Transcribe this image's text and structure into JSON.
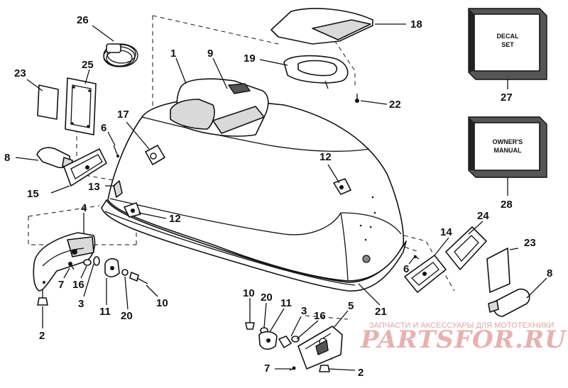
{
  "diagram": {
    "callouts": [
      {
        "id": "c1",
        "label": "1"
      },
      {
        "id": "c9",
        "label": "9"
      },
      {
        "id": "c18",
        "label": "18"
      },
      {
        "id": "c19",
        "label": "19"
      },
      {
        "id": "c22",
        "label": "22"
      },
      {
        "id": "c26",
        "label": "26"
      },
      {
        "id": "c25",
        "label": "25"
      },
      {
        "id": "c23a",
        "label": "23"
      },
      {
        "id": "c17",
        "label": "17"
      },
      {
        "id": "c6a",
        "label": "6"
      },
      {
        "id": "c8a",
        "label": "8"
      },
      {
        "id": "c15",
        "label": "15"
      },
      {
        "id": "c13",
        "label": "13"
      },
      {
        "id": "c12a",
        "label": "12"
      },
      {
        "id": "c12b",
        "label": "12"
      },
      {
        "id": "c4",
        "label": "4"
      },
      {
        "id": "c7a",
        "label": "7"
      },
      {
        "id": "c16a",
        "label": "16"
      },
      {
        "id": "c3a",
        "label": "3"
      },
      {
        "id": "c11a",
        "label": "11"
      },
      {
        "id": "c20a",
        "label": "20"
      },
      {
        "id": "c10a",
        "label": "10"
      },
      {
        "id": "c2a",
        "label": "2"
      },
      {
        "id": "c27",
        "label": "27"
      },
      {
        "id": "c28",
        "label": "28"
      },
      {
        "id": "c14",
        "label": "14"
      },
      {
        "id": "c24",
        "label": "24"
      },
      {
        "id": "c23b",
        "label": "23"
      },
      {
        "id": "c6b",
        "label": "6"
      },
      {
        "id": "c8b",
        "label": "8"
      },
      {
        "id": "c21",
        "label": "21"
      },
      {
        "id": "c10b",
        "label": "10"
      },
      {
        "id": "c20b",
        "label": "20"
      },
      {
        "id": "c11b",
        "label": "11"
      },
      {
        "id": "c3b",
        "label": "3"
      },
      {
        "id": "c16b",
        "label": "16"
      },
      {
        "id": "c5",
        "label": "5"
      },
      {
        "id": "c7b",
        "label": "7"
      },
      {
        "id": "c2b",
        "label": "2"
      }
    ],
    "decal_box": {
      "line1": "DECAL",
      "line2": "SET"
    },
    "manual_box": {
      "line1": "OWNER'S",
      "line2": "MANUAL"
    }
  },
  "watermark": {
    "tagline": "ЗАПЧАСТИ И АКСЕССУАРЫ ДЛЯ МОТОТЕХНИКИ",
    "brand": "PARTSFOR.RU",
    "color": "#e3a4a4"
  }
}
